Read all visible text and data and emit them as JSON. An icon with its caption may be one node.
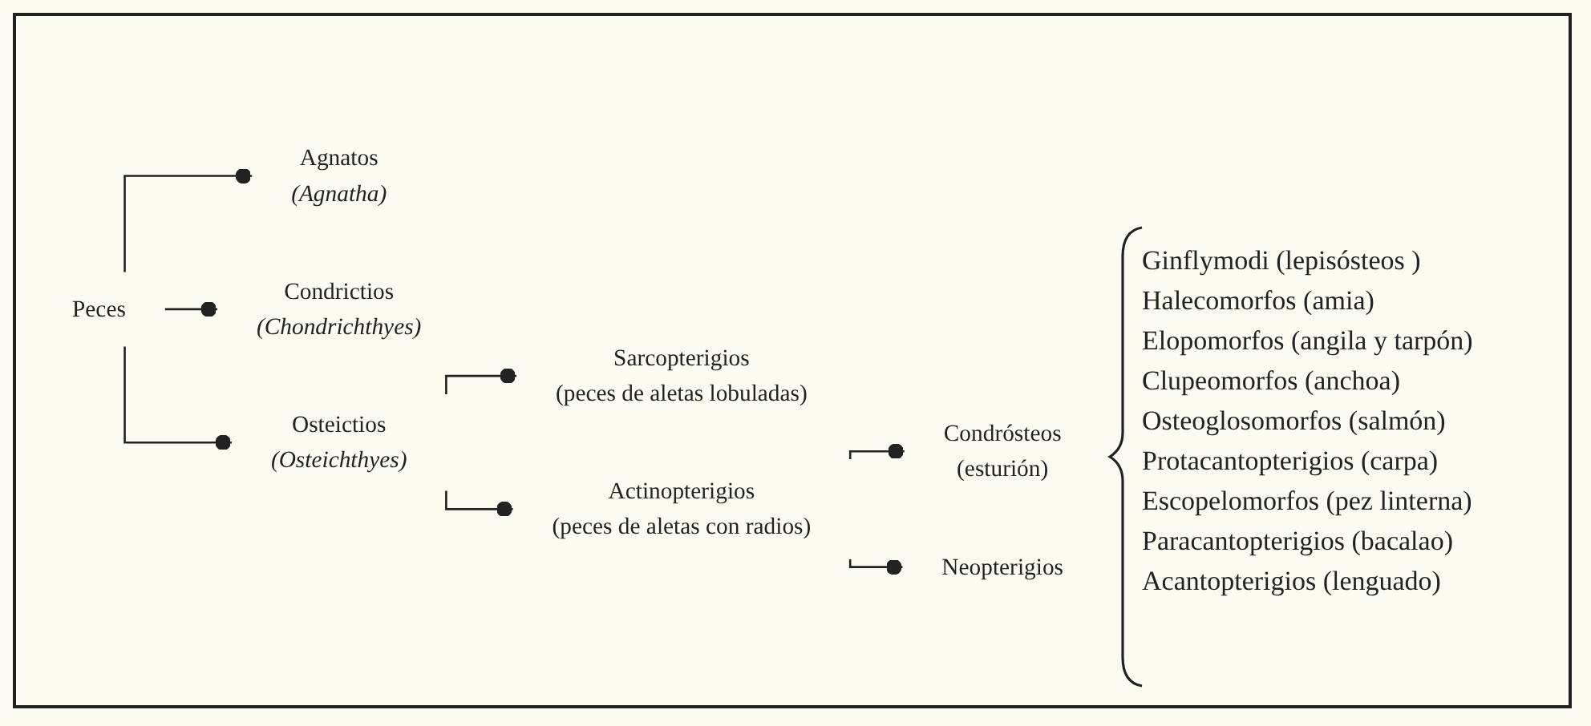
{
  "diagram": {
    "nodes": [
      {
        "text": [
          "Peces"
        ]
      },
      {
        "text": [
          "Agnatos",
          "(Agnatha)"
        ]
      },
      {
        "text": [
          "Condrictios",
          "(Chondrichthyes)"
        ]
      },
      {
        "text": [
          "Osteictios",
          "(Osteichthyes)"
        ]
      },
      {
        "text": [
          "Sarcopterigios",
          "(peces de aletas lobuladas)"
        ]
      },
      {
        "text": [
          "Actinopterigios",
          "(peces de aletas con radios)"
        ]
      },
      {
        "text": [
          "Condrósteos",
          "(esturión)"
        ]
      },
      {
        "text": [
          "Neopterigios"
        ]
      }
    ],
    "edges": [
      {
        "from": 0,
        "to": 1,
        "arrow": "other"
      },
      {
        "from": 0,
        "to": 2,
        "arrow": "other"
      },
      {
        "from": 0,
        "to": 3,
        "arrow": "other"
      },
      {
        "from": 3,
        "to": 4,
        "arrow": "other"
      },
      {
        "from": 3,
        "to": 5,
        "arrow": "other"
      },
      {
        "from": 5,
        "to": 6,
        "arrow": "other"
      },
      {
        "from": 5,
        "to": 7,
        "arrow": "other"
      }
    ],
    "labels": [
      "Ginflymodi (lepisósteos )",
      "Halecomorfos (amia)",
      "Elopomorfos (angila  y tarpón)",
      "Clupeomorfos (anchoa)",
      "Osteoglosomorfos (salmón)",
      "Protacantopterigios (carpa)",
      "Escopelomorfos (pez linterna)",
      "Paracantopterigios (bacalao)",
      "Acantopterigios (lenguado)"
    ]
  }
}
